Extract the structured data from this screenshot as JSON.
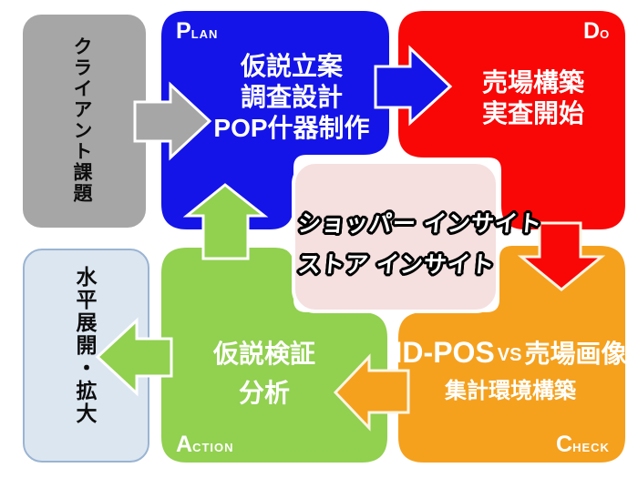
{
  "diagram": {
    "title_semantic": "PDCA cycle diagram",
    "stages": {
      "plan": {
        "label_big": "P",
        "label_small": "LAN",
        "lines": [
          "仮説立案",
          "調査設計",
          "POP什器制作"
        ],
        "color": "#1414e8"
      },
      "do": {
        "label_big": "D",
        "label_small": "O",
        "lines": [
          "売場構築",
          "実査開始"
        ],
        "color": "#f90707"
      },
      "check": {
        "label_big": "C",
        "label_small": "HECK",
        "line1_main": "ID-POS",
        "line1_vs": "VS",
        "line1_rest": "売場画像",
        "line2": "集計環境構築",
        "color": "#f5a11e"
      },
      "action": {
        "label_big": "A",
        "label_small": "CTION",
        "lines": [
          "仮説検証",
          "分析"
        ],
        "color": "#92d050"
      }
    },
    "input_box": {
      "text": "クライアント課題",
      "color": "#a6a6a6"
    },
    "output_box": {
      "text": "水平展開・拡大",
      "fill": "#dce6f1",
      "border": "#9ab4d2"
    },
    "center_box": {
      "line1": "ショッパー インサイト",
      "line2": "ストア インサイト",
      "fill": "#f5e0df"
    },
    "arrow_outline": "#ffffff",
    "background": "#ffffff"
  }
}
